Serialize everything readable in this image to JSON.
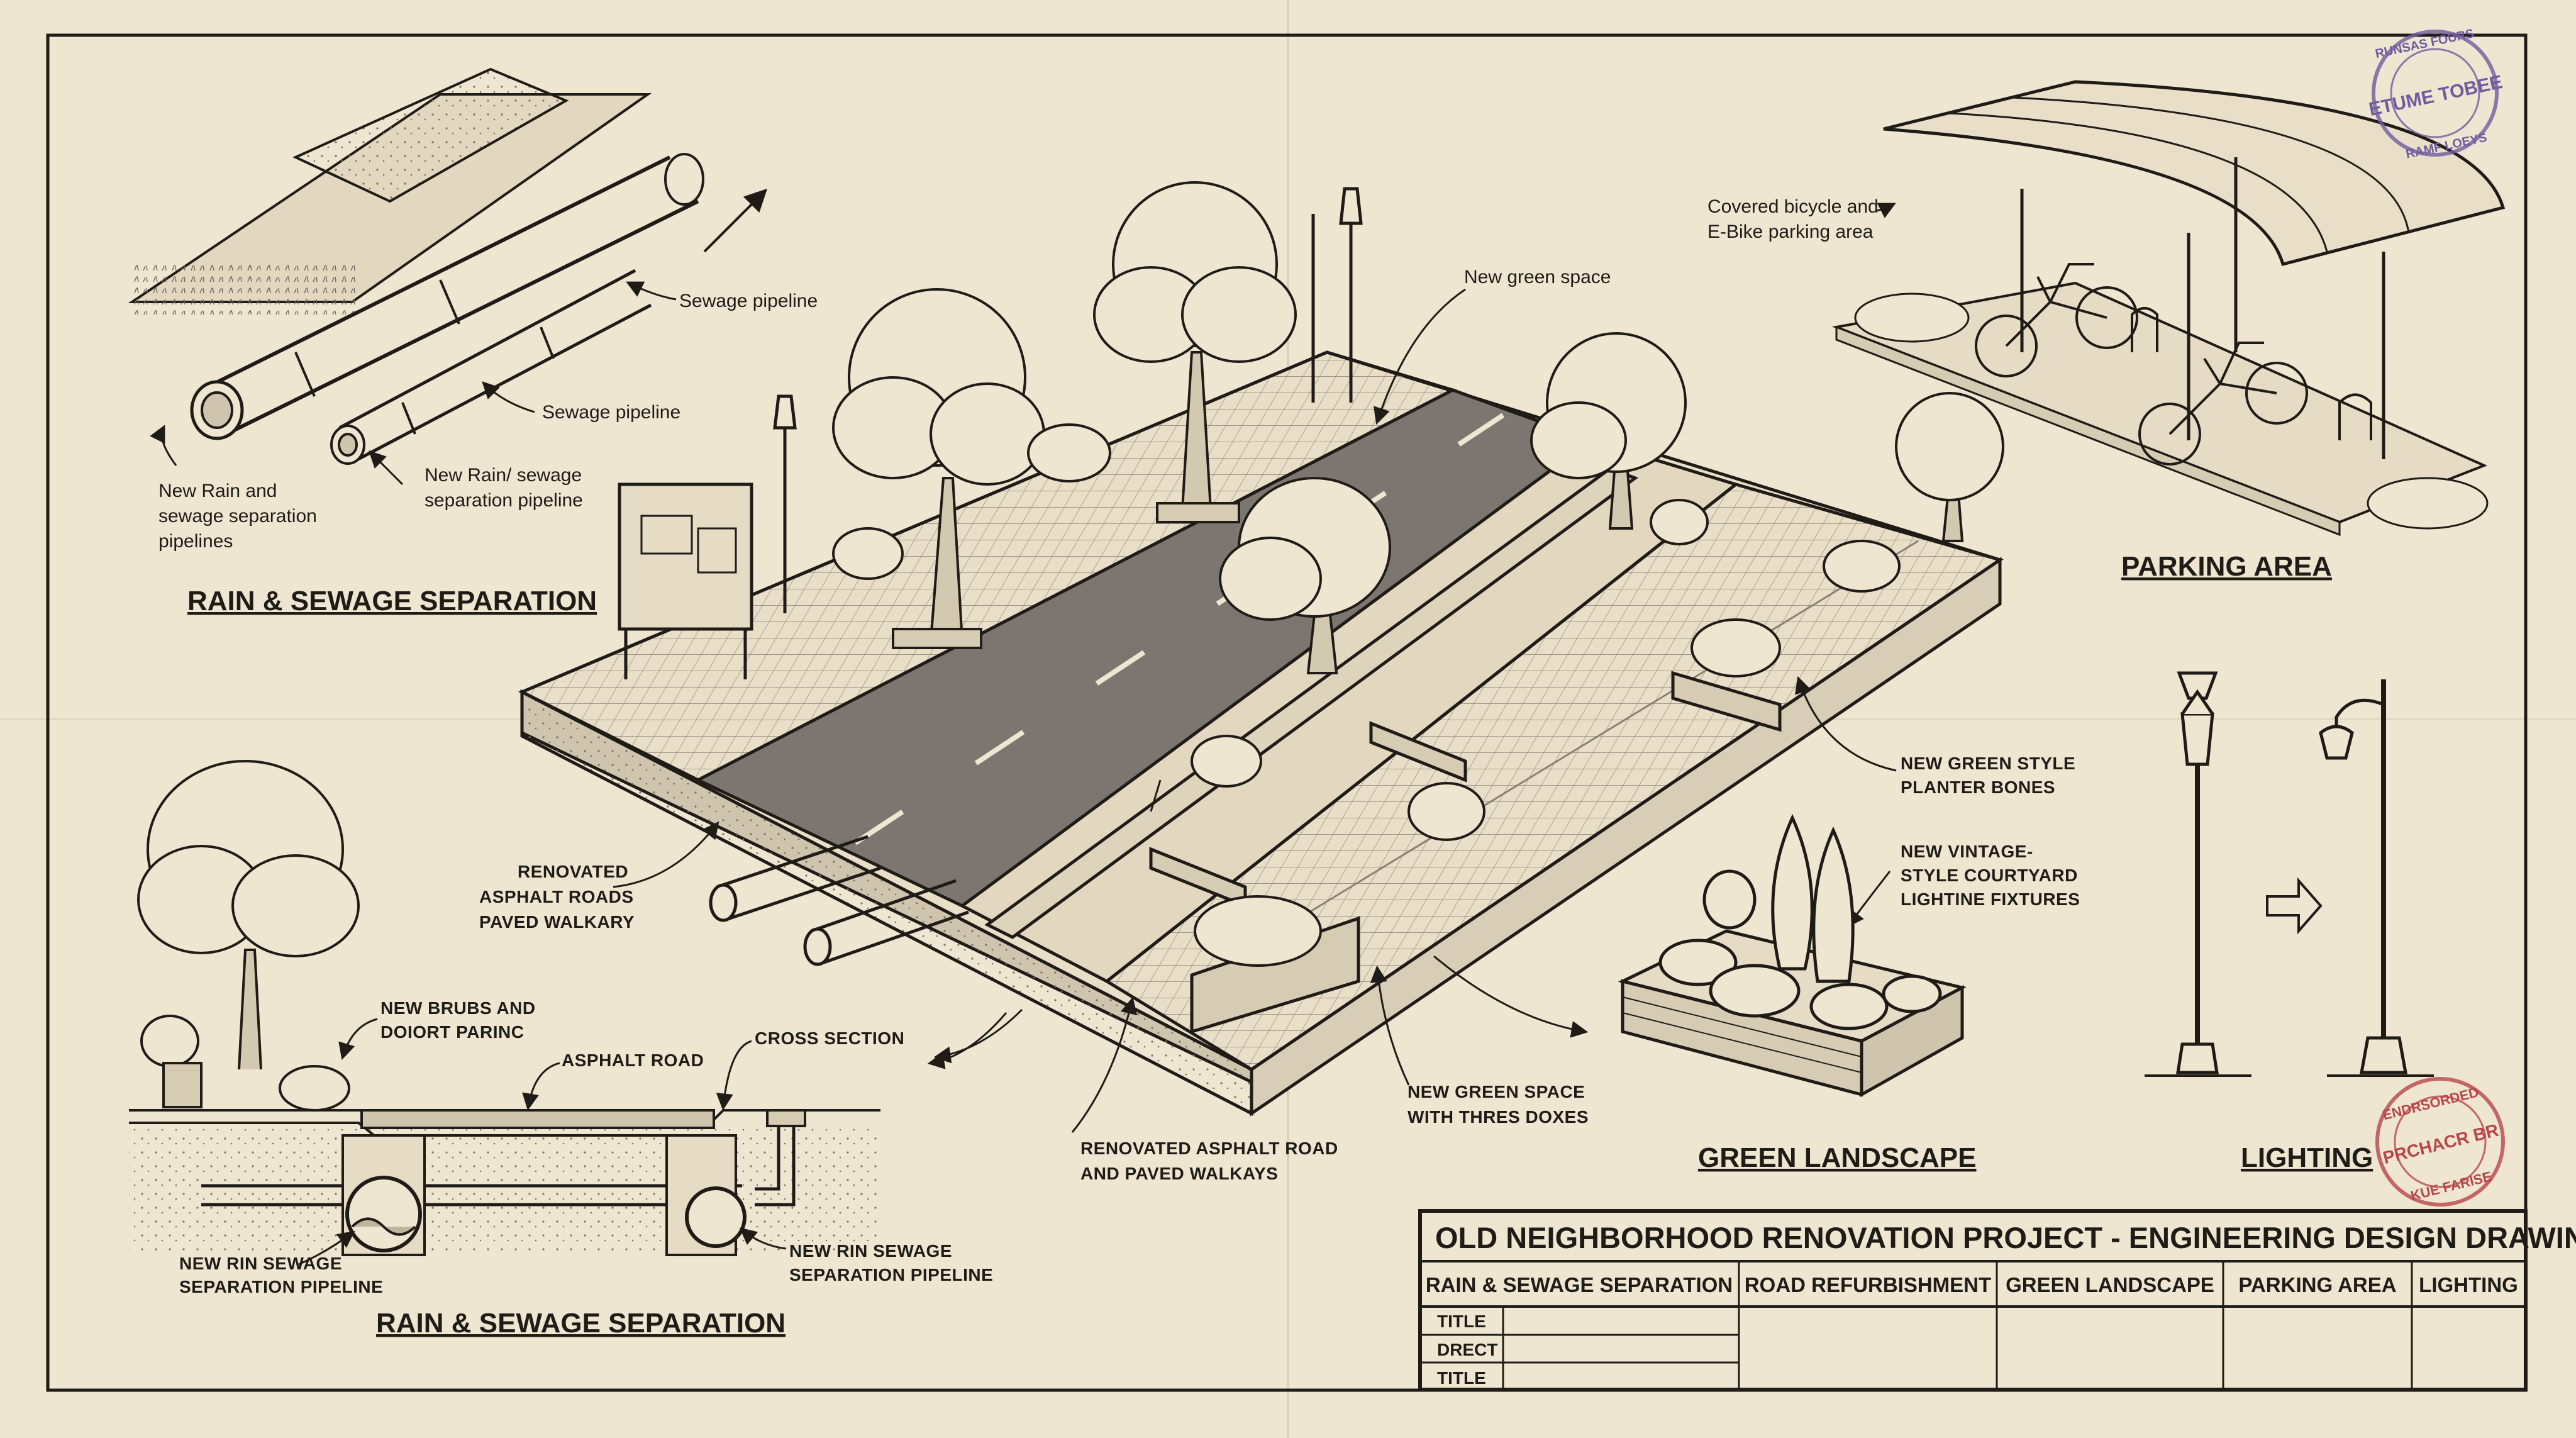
{
  "rain_sewage_top": {
    "heading": "RAIN & SEWAGE SEPARATION",
    "callout_sewage_1": "Sewage pipeline",
    "callout_sewage_2": "Sewage pipeline",
    "callout_new_pipelines": [
      "New Rain and",
      "sewage separation",
      "pipelines"
    ],
    "callout_new_pipeline": [
      "New Rain/ sewage",
      "separation pipeline"
    ]
  },
  "road_block": {
    "callout_green_space": "New green space",
    "callout_renovated": [
      "RENOVATED",
      "ASPHALT ROADS",
      "PAVED WALKARY"
    ],
    "callout_renovated_2": [
      "RENOVATED ASPHALT ROAD",
      "AND PAVED WALKAYS"
    ],
    "callout_green_boxes": [
      "NEW GREEN SPACE",
      "WITH THRES DOXES"
    ],
    "callout_planter": [
      "NEW GREEN STYLE",
      "PLANTER BONES"
    ],
    "callout_lighting": [
      "NEW VINTAGE-",
      "STYLE COURTYARD",
      "LIGHTINE FIXTURES"
    ]
  },
  "cross_section": {
    "heading": "RAIN & SEWAGE SEPARATION",
    "callout_shrubs": [
      "NEW BRUBS AND",
      "DOIORT PARINC"
    ],
    "callout_asphalt": "ASPHALT ROAD",
    "callout_cross": "CROSS SECTION",
    "callout_pipe_left": [
      "NEW RIN SEWAGE",
      "SEPARATION PIPELINE"
    ],
    "callout_pipe_right": [
      "NEW RIN SEWAGE",
      "SEPARATION PIPELINE"
    ]
  },
  "parking": {
    "heading": "PARKING AREA",
    "callout": [
      "Covered bicycle and",
      "E-Bike parking area"
    ]
  },
  "green_landscape": {
    "heading": "GREEN LANDSCAPE"
  },
  "lighting": {
    "heading": "LIGHTING"
  },
  "stamps": {
    "top_ring_top": "RUNSAS FOURS",
    "top_center": "ETUME TOBEE",
    "top_ring_bottom": "RAMF LOEYS",
    "bottom_ring_top": "ENDRSORDED",
    "bottom_center": "PRCHACR BR",
    "bottom_ring_bottom": "KUE FARISE"
  },
  "title_block": {
    "title": "OLD NEIGHBORHOOD RENOVATION PROJECT - ENGINEERING DESIGN DRAWING",
    "columns": [
      "RAIN & SEWAGE SEPARATION",
      "ROAD REFURBISHMENT",
      "GREEN LANDSCAPE",
      "PARKING AREA",
      "LIGHTING"
    ],
    "rows": [
      "TITLE",
      "DRECT",
      "TITLE"
    ]
  },
  "colors": {
    "paper": "#efe6d2",
    "ink": "#1f1b16",
    "asphalt": "#7b7670",
    "stamp_purple": "#6f5c9e",
    "stamp_red": "#b8464a"
  }
}
